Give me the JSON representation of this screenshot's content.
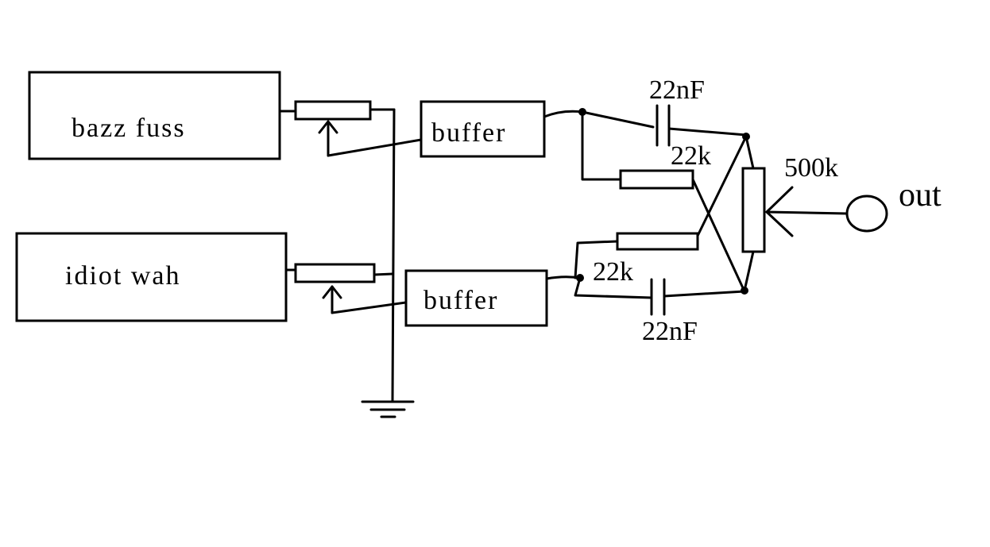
{
  "blocks": {
    "pedal_1": "bazz fuss",
    "pedal_2": "idiot wah",
    "buffer_1": "buffer",
    "buffer_2": "buffer"
  },
  "components": {
    "capacitor_top": "22nF",
    "capacitor_bottom": "22nF",
    "resistor_top": "22k",
    "resistor_bottom": "22k",
    "pot_output": "500k"
  },
  "output_label": "out"
}
